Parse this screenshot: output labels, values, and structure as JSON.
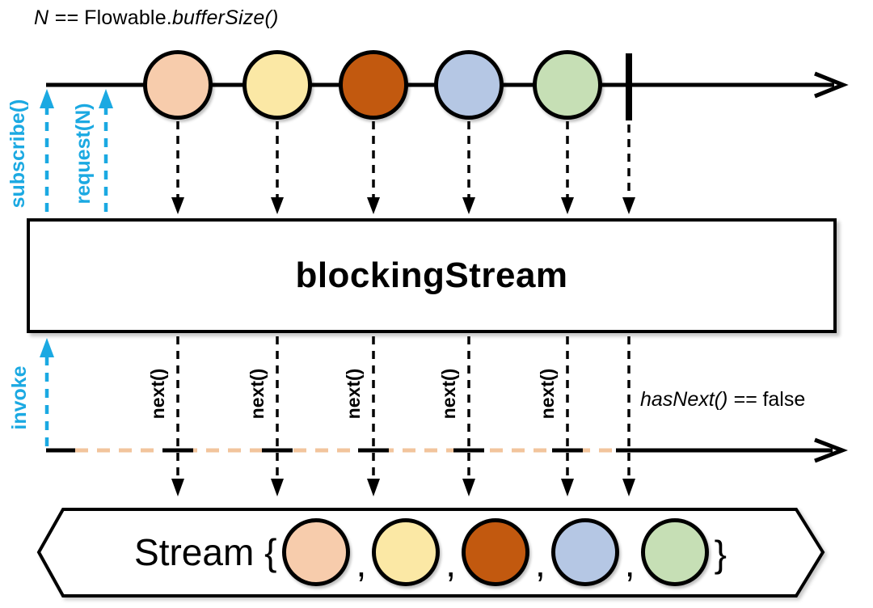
{
  "diagram": {
    "title": {
      "part_italic_1": "N ==",
      "part_regular": " Flowable.",
      "part_italic_2": "bufferSize()"
    },
    "source": {
      "subscribe_label": "subscribe()",
      "request_label": "request(N)",
      "marbles": [
        {
          "name": "marble-peach",
          "color": "#F7CCAC"
        },
        {
          "name": "marble-yellow",
          "color": "#FBE8A5"
        },
        {
          "name": "marble-orange",
          "color": "#C2590F"
        },
        {
          "name": "marble-blue",
          "color": "#B5C7E4"
        },
        {
          "name": "marble-green",
          "color": "#C6DFB5"
        }
      ]
    },
    "operator": {
      "label": "blockingStream"
    },
    "consumer": {
      "invoke_label": "invoke",
      "next_labels": [
        "next()",
        "next()",
        "next()",
        "next()",
        "next()"
      ],
      "hasnext_italic": "hasNext() ==",
      "hasnext_regular": " false"
    },
    "output": {
      "prefix": "Stream {",
      "comma": ",",
      "close_brace": "}",
      "marbles": [
        {
          "name": "out-marble-peach",
          "color": "#F7CCAC"
        },
        {
          "name": "out-marble-yellow",
          "color": "#FBE8A5"
        },
        {
          "name": "out-marble-orange",
          "color": "#C2590F"
        },
        {
          "name": "out-marble-blue",
          "color": "#B5C7E4"
        },
        {
          "name": "out-marble-green",
          "color": "#C6DFB5"
        }
      ]
    },
    "colors": {
      "accent_blue": "#1BA9E2",
      "dash_orange": "#F2C49C",
      "line_black": "#000000"
    }
  }
}
